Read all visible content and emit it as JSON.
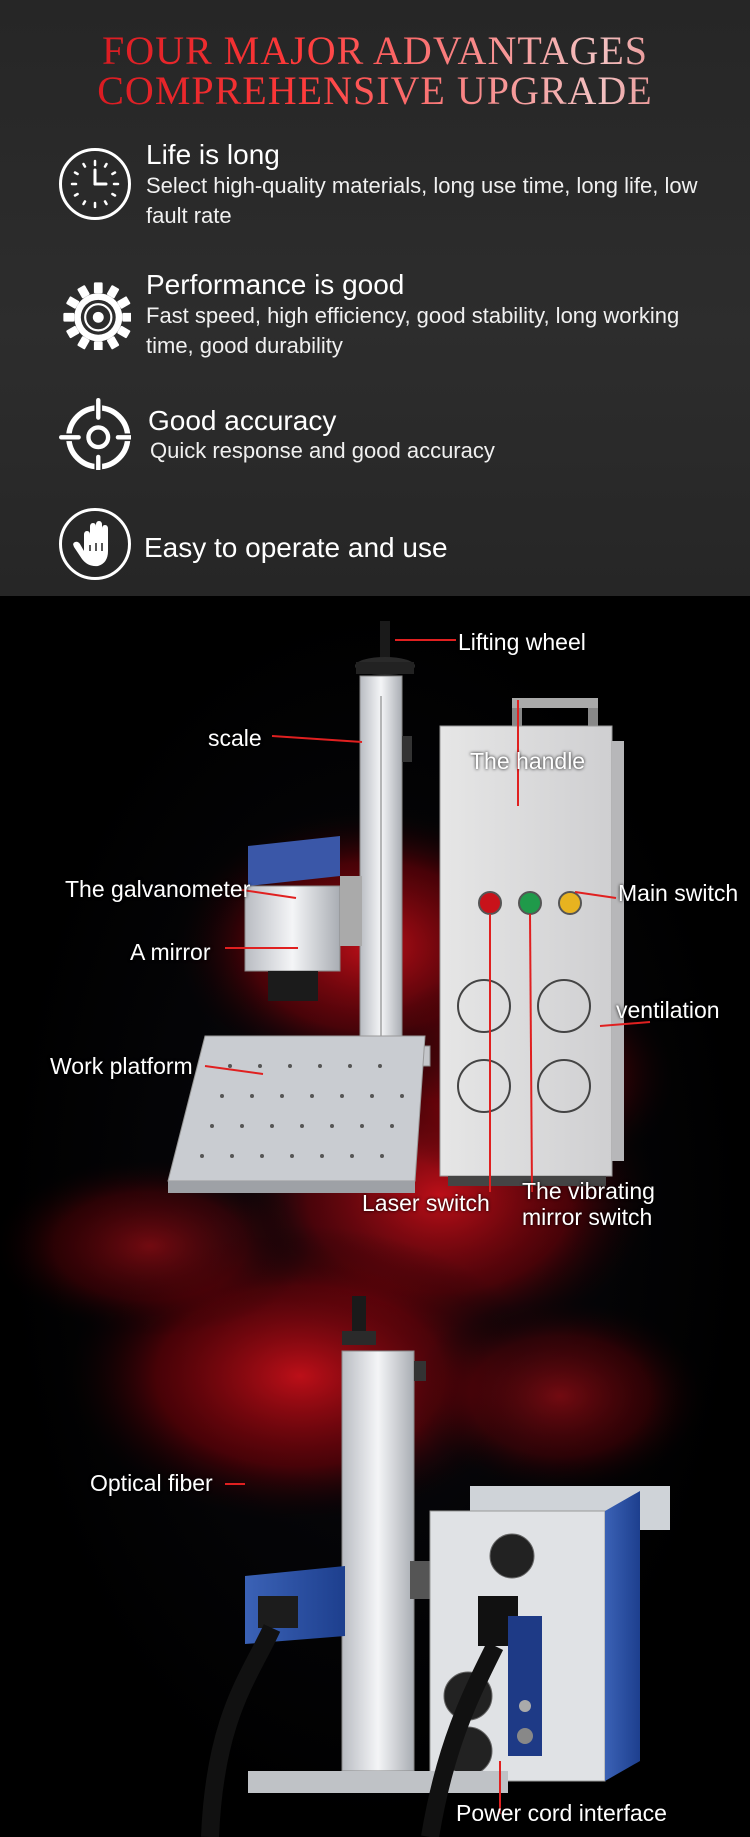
{
  "headline": {
    "line1": "FOUR MAJOR ADVANTAGES",
    "line2": "COMPREHENSIVE UPGRADE"
  },
  "advantages": [
    {
      "icon": "clock-icon",
      "title": "Life is long",
      "desc": "Select high-quality materials, long use time, long life, low fault rate"
    },
    {
      "icon": "gear-icon",
      "title": "Performance is good",
      "desc": "Fast speed, high efficiency, good stability, long working time, good durability"
    },
    {
      "icon": "crosshair-icon",
      "title": "Good accuracy",
      "desc": "Quick response and good accuracy"
    },
    {
      "icon": "hand-icon",
      "title": "Easy to operate and use",
      "desc": ""
    }
  ],
  "labels": {
    "lifting_wheel": "Lifting wheel",
    "scale": "scale",
    "the_handle": "The handle",
    "galvanometer": "The galvanometer",
    "main_switch": "Main switch",
    "a_mirror": "A mirror",
    "ventilation": "ventilation",
    "work_platform": "Work platform",
    "laser_switch": "Laser switch",
    "vibrating_line1": "The vibrating",
    "vibrating_line2": "mirror switch",
    "optical_fiber": "Optical fiber",
    "power_cord": "Power cord interface"
  },
  "colors": {
    "accent_red": "#e01b1b",
    "leader_line": "#e02020",
    "panel_bg": "#2a2a2a"
  }
}
